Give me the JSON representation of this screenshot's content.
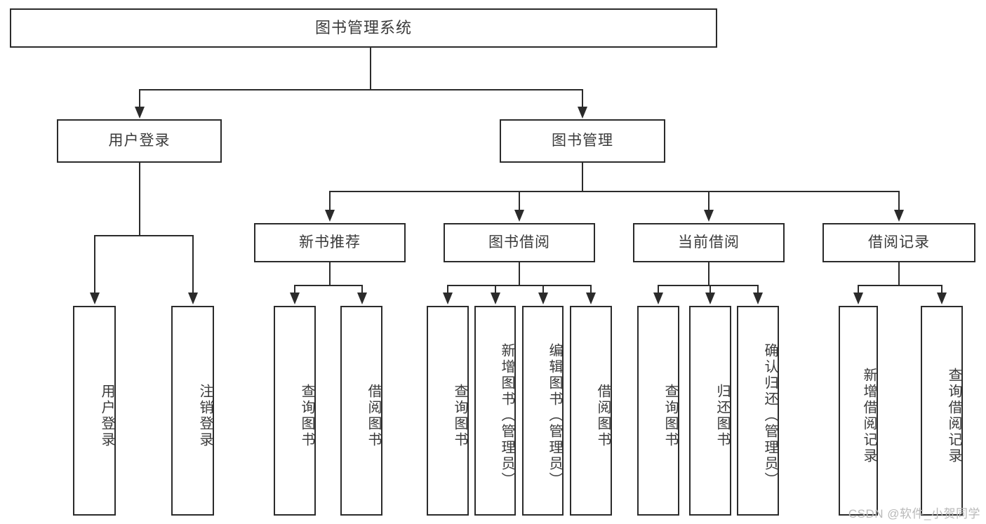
{
  "diagram": {
    "type": "tree-hierarchy",
    "title": "图书管理系统",
    "root": {
      "label": "图书管理系统"
    },
    "level2": [
      {
        "id": "user-login",
        "label": "用户登录"
      },
      {
        "id": "book-manage",
        "label": "图书管理"
      }
    ],
    "level3": [
      {
        "id": "new-book-recommend",
        "label": "新书推荐",
        "parent": "book-manage"
      },
      {
        "id": "book-borrow",
        "label": "图书借阅",
        "parent": "book-manage"
      },
      {
        "id": "current-borrow",
        "label": "当前借阅",
        "parent": "book-manage"
      },
      {
        "id": "borrow-record",
        "label": "借阅记录",
        "parent": "book-manage"
      }
    ],
    "leaves": [
      {
        "id": "leaf-user-login",
        "label": "用户登录",
        "parent": "user-login"
      },
      {
        "id": "leaf-logout",
        "label": "注销登录",
        "parent": "user-login"
      },
      {
        "id": "leaf-query-book-1",
        "label": "查询图书",
        "parent": "new-book-recommend"
      },
      {
        "id": "leaf-borrow-book-1",
        "label": "借阅图书",
        "parent": "new-book-recommend"
      },
      {
        "id": "leaf-query-book-2",
        "label": "查询图书",
        "parent": "book-borrow"
      },
      {
        "id": "leaf-add-book",
        "label": "新增图书（管理员）",
        "parent": "book-borrow"
      },
      {
        "id": "leaf-edit-book",
        "label": "编辑图书（管理员）",
        "parent": "book-borrow"
      },
      {
        "id": "leaf-borrow-book-2",
        "label": "借阅图书",
        "parent": "book-borrow"
      },
      {
        "id": "leaf-query-book-3",
        "label": "查询图书",
        "parent": "current-borrow"
      },
      {
        "id": "leaf-return-book",
        "label": "归还图书",
        "parent": "current-borrow"
      },
      {
        "id": "leaf-confirm-return",
        "label": "确认归还（管理员）",
        "parent": "current-borrow"
      },
      {
        "id": "leaf-add-record",
        "label": "新增借阅记录",
        "parent": "borrow-record"
      },
      {
        "id": "leaf-query-record",
        "label": "查询借阅记录",
        "parent": "borrow-record"
      }
    ]
  },
  "watermark": {
    "text": "CSDN @软件_小贺同学"
  },
  "colors": {
    "stroke": "#2b2b2b",
    "text": "#3a3a3a",
    "background": "#ffffff",
    "watermark": "#b9b9b9"
  }
}
